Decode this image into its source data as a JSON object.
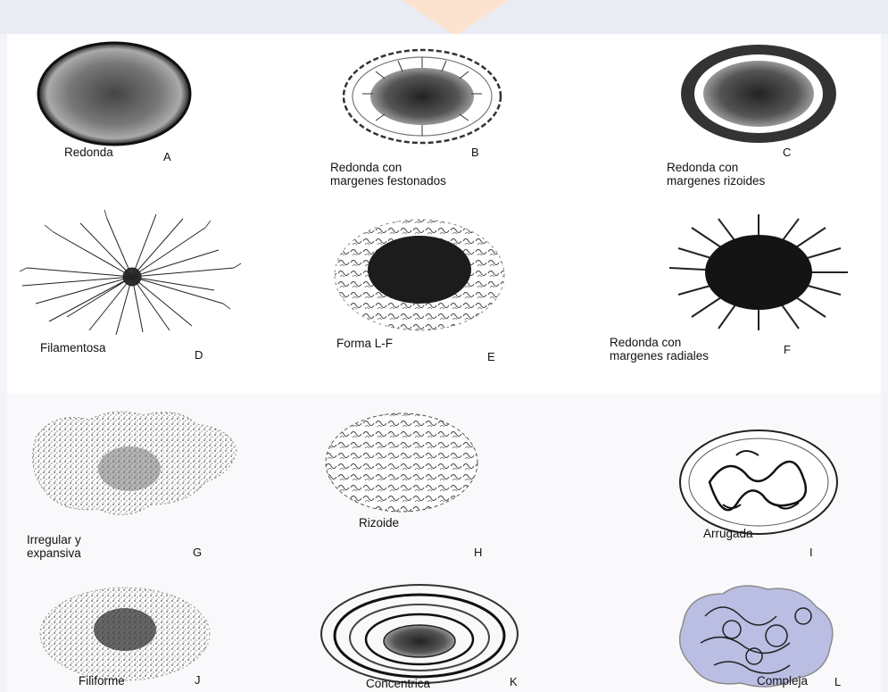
{
  "colonies": [
    {
      "letter": "A",
      "caption": "Redonda"
    },
    {
      "letter": "B",
      "caption": "Redonda con\nmargenes festonados"
    },
    {
      "letter": "C",
      "caption": "Redonda con\nmargenes rizoides"
    },
    {
      "letter": "D",
      "caption": "Filamentosa"
    },
    {
      "letter": "E",
      "caption": "Forma L-F"
    },
    {
      "letter": "F",
      "caption": "Redonda con\nmargenes radiales"
    },
    {
      "letter": "G",
      "caption": "Irregular y\nexpansiva"
    },
    {
      "letter": "H",
      "caption": "Rizoide"
    },
    {
      "letter": "I",
      "caption": "Arrugada"
    },
    {
      "letter": "J",
      "caption": "Filiforme"
    },
    {
      "letter": "K",
      "caption": "Concentrica"
    },
    {
      "letter": "L",
      "caption": "Compleja"
    }
  ],
  "colors": {
    "ink": "#1a1a1a",
    "compleja_tint": "#7d82c8"
  }
}
